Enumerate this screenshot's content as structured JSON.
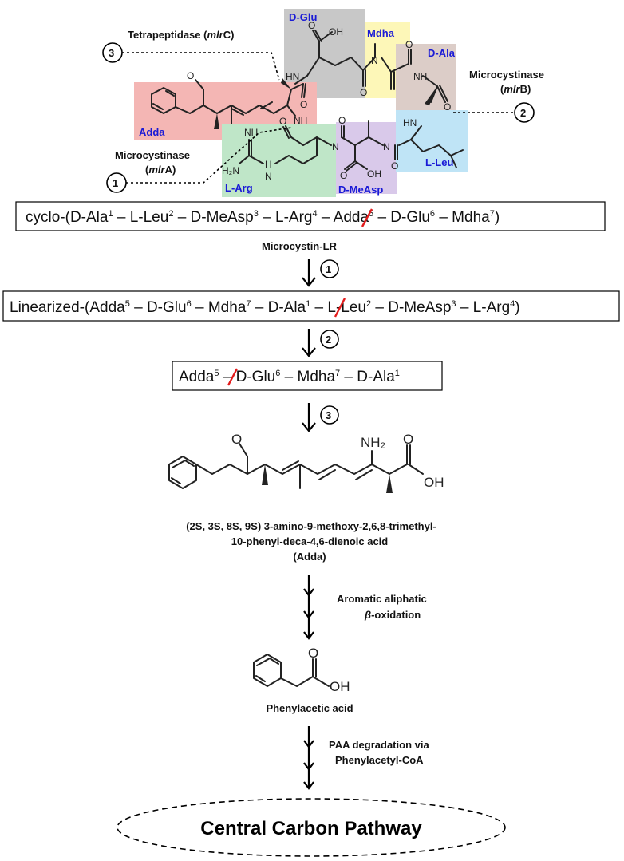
{
  "residues": {
    "d_glu": "D-Glu",
    "mdha": "Mdha",
    "d_ala": "D-Ala",
    "adda": "Adda",
    "l_arg": "L-Arg",
    "d_measp": "D-MeAsp",
    "l_leu": "L-Leu"
  },
  "residue_colors": {
    "d_glu": "#c8c8c8",
    "mdha": "#fdf7b8",
    "d_ala": "#dccdc8",
    "adda": "#f4b6b4",
    "l_arg": "#bfe6c8",
    "d_measp": "#d9c9ea",
    "l_leu": "#bfe4f6",
    "label_blue": "#1a1ad6",
    "cleavage_red": "#e31b1b"
  },
  "enzymes": {
    "e3_line1": "Tetrapeptidase (",
    "e3_italic": "mlr",
    "e3_end": "C)",
    "e2_line1": "Microcystinase",
    "e2_line2_open": "(",
    "e2_italic": "mlr",
    "e2_end": "B)",
    "e1_line1": "Microcystinase",
    "e1_line2_open": "(",
    "e1_italic": "mlr",
    "e1_end": "A)"
  },
  "step_numbers": {
    "one": "1",
    "two": "2",
    "three": "3"
  },
  "atoms": {
    "oh": "OH",
    "o": "O",
    "hn": "HN",
    "nh": "NH",
    "n": "N",
    "h2n": "H₂N",
    "h": "H",
    "nh2": "NH₂"
  },
  "sequences": {
    "cyclic": {
      "p1": "cyclo-(D-Ala",
      "s1": "1",
      "p2": " – L-Leu",
      "s2": "2",
      "p3": " – D-MeAsp",
      "s3": "3",
      "p4": " – L-Arg",
      "s4": "4",
      "p5": " – Adda",
      "s5": "5",
      "p6": " – D-Glu",
      "s6": "6",
      "p7": " – Mdha",
      "s7": "7",
      "p8": ")"
    },
    "cyclic_name": "Microcystin-LR",
    "linear": {
      "p1": "Linearized-(Adda",
      "s1": "5",
      "p2": " – D-Glu",
      "s2": "6",
      "p3": " – Mdha",
      "s3": "7",
      "p4": " – D-Ala",
      "s4": "1",
      "p5": " – L-Leu",
      "s5": "2",
      "p6": " – D-MeAsp",
      "s6": "3",
      "p7": " – L-Arg",
      "s7": "4",
      "p8": ")"
    },
    "tetra": {
      "p1": "Adda",
      "s1": "5",
      "p2": " – D-Glu",
      "s2": "6",
      "p3": " – Mdha",
      "s3": "7",
      "p4": " – D-Ala",
      "s4": "1"
    }
  },
  "adda_name": {
    "line1": "(2S, 3S, 8S, 9S) 3-amino-9-methoxy-2,6,8-trimethyl-",
    "line2": "10-phenyl-deca-4,6-dienoic acid",
    "line3": "(Adda)"
  },
  "beta_oxidation": {
    "line1": "Aromatic aliphatic",
    "beta": "β",
    "line2_rest": "-oxidation"
  },
  "paa": {
    "name": "Phenylacetic acid",
    "deg_line1": "PAA degradation via",
    "deg_line2": "Phenylacetyl-CoA"
  },
  "central": "Central Carbon Pathway"
}
